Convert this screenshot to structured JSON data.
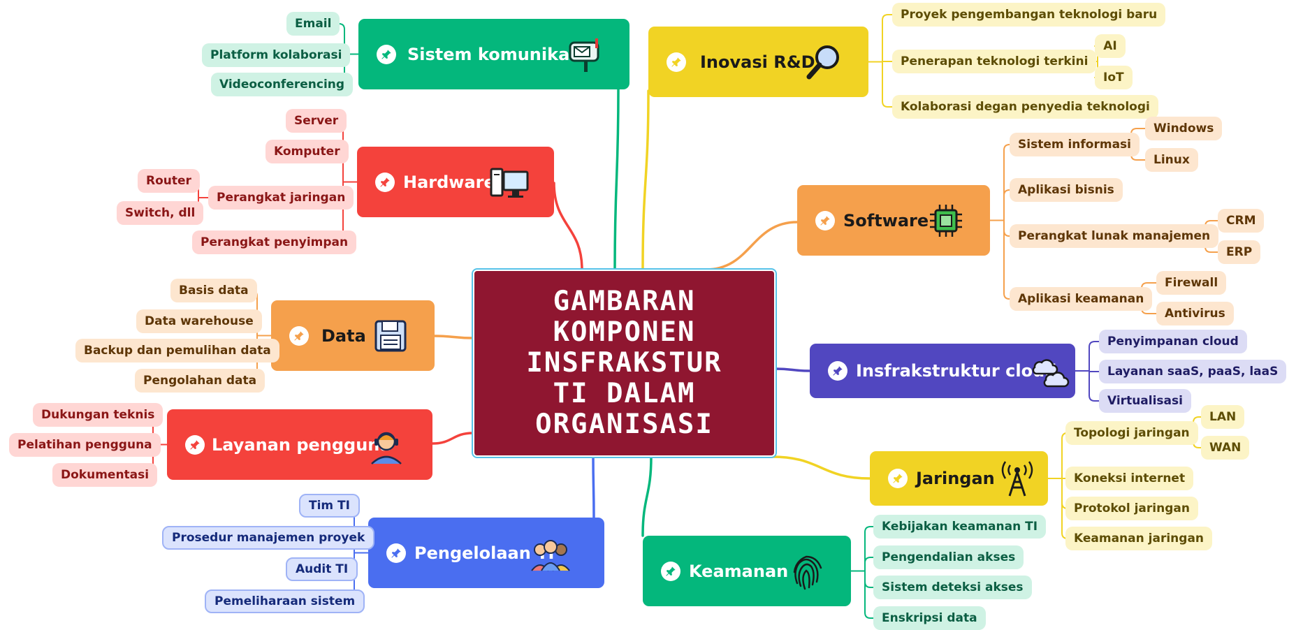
{
  "center_title": "GAMBARAN\nKOMPONEN\nINSFRAKSTUR\nTI DALAM\nORGANISASI",
  "colors": {
    "center": "#8f1630",
    "green": "#04b77c",
    "red": "#f4423c",
    "orange": "#f5a04c",
    "yellow": "#f1d324",
    "purple": "#5147c0",
    "blue": "#4a6ef0",
    "leaf_green": "#cff2e4",
    "leaf_red": "#ffd6d4",
    "leaf_orange": "#fde6cf",
    "leaf_yellow": "#fcf4c6",
    "leaf_purple": "#dcdcf5",
    "leaf_blue": "#dbe3fd"
  },
  "branches": [
    {
      "id": "sistem-komunikasi",
      "label": "Sistem komunikasi",
      "icon": "mailbox-icon",
      "color": "green",
      "leaves": [
        {
          "label": "Email"
        },
        {
          "label": "Platform kolaborasi"
        },
        {
          "label": "Videoconferencing"
        }
      ]
    },
    {
      "id": "hardware",
      "label": "Hardware",
      "icon": "computer-icon",
      "color": "red",
      "leaves": [
        {
          "label": "Server"
        },
        {
          "label": "Komputer"
        },
        {
          "label": "Perangkat jaringan",
          "children": [
            {
              "label": "Router"
            },
            {
              "label": "Switch, dll"
            }
          ]
        },
        {
          "label": "Perangkat penyimpan"
        }
      ]
    },
    {
      "id": "data",
      "label": "Data",
      "icon": "floppy-disk-icon",
      "color": "orange",
      "leaves": [
        {
          "label": "Basis data"
        },
        {
          "label": "Data warehouse"
        },
        {
          "label": "Backup dan pemulihan data"
        },
        {
          "label": "Pengolahan data"
        }
      ]
    },
    {
      "id": "layanan-pengguna",
      "label": "Layanan pengguna",
      "icon": "support-agent-icon",
      "color": "red",
      "leaves": [
        {
          "label": "Dukungan teknis"
        },
        {
          "label": "Pelatihan pengguna"
        },
        {
          "label": "Dokumentasi"
        }
      ]
    },
    {
      "id": "pengelolaan-ti",
      "label": "Pengelolaan TI",
      "icon": "team-icon",
      "color": "blue",
      "leaves": [
        {
          "label": "Tim TI"
        },
        {
          "label": "Prosedur manajemen proyek"
        },
        {
          "label": "Audit TI"
        },
        {
          "label": "Pemeliharaan sistem"
        }
      ]
    },
    {
      "id": "inovasi-rnd",
      "label": "Inovasi R&D",
      "icon": "magnifier-icon",
      "color": "yellow",
      "leaves": [
        {
          "label": "Proyek pengembangan teknologi baru"
        },
        {
          "label": "Penerapan teknologi terkini",
          "children": [
            {
              "label": "AI"
            },
            {
              "label": "IoT"
            }
          ]
        },
        {
          "label": "Kolaborasi degan penyedia teknologi"
        }
      ]
    },
    {
      "id": "software",
      "label": "Software",
      "icon": "chip-icon",
      "color": "orange",
      "leaves": [
        {
          "label": "Sistem informasi",
          "children": [
            {
              "label": "Windows"
            },
            {
              "label": "Linux"
            }
          ]
        },
        {
          "label": "Aplikasi bisnis"
        },
        {
          "label": "Perangkat lunak manajemen",
          "children": [
            {
              "label": "CRM"
            },
            {
              "label": "ERP"
            }
          ]
        },
        {
          "label": "Aplikasi keamanan",
          "children": [
            {
              "label": "Firewall"
            },
            {
              "label": "Antivirus"
            }
          ]
        }
      ]
    },
    {
      "id": "infrastruktur-cloud",
      "label": "Insfrakstruktur cloud",
      "icon": "cloud-icon",
      "color": "purple",
      "leaves": [
        {
          "label": "Penyimpanan cloud"
        },
        {
          "label": "Layanan saaS, paaS, laaS"
        },
        {
          "label": "Virtualisasi"
        }
      ]
    },
    {
      "id": "jaringan",
      "label": "Jaringan",
      "icon": "antenna-tower-icon",
      "color": "yellow",
      "leaves": [
        {
          "label": "Topologi jaringan",
          "children": [
            {
              "label": "LAN"
            },
            {
              "label": "WAN"
            }
          ]
        },
        {
          "label": "Koneksi internet"
        },
        {
          "label": "Protokol jaringan"
        },
        {
          "label": "Keamanan jaringan"
        }
      ]
    },
    {
      "id": "keamanan",
      "label": "Keamanan",
      "icon": "fingerprint-icon",
      "color": "green",
      "leaves": [
        {
          "label": "Kebijakan keamanan TI"
        },
        {
          "label": "Pengendalian akses"
        },
        {
          "label": "Sistem deteksi akses"
        },
        {
          "label": "Enskripsi data"
        }
      ]
    }
  ]
}
